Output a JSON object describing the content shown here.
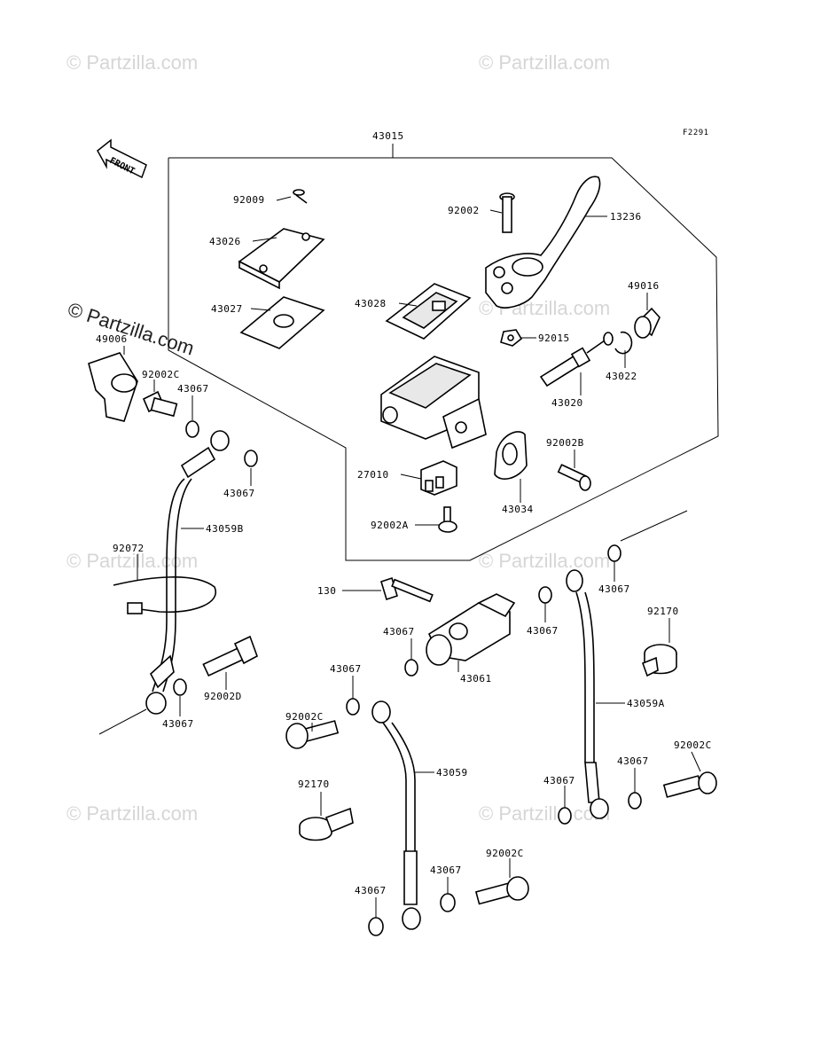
{
  "diagram_id": "F2291",
  "front_label": "FRONT",
  "watermarks": [
    "© Partzilla.com"
  ],
  "parts": {
    "assembly": "43015",
    "screw_cap": "92009",
    "cap": "43026",
    "diaphragm": "43027",
    "plate": "43028",
    "pivot_bolt": "92002",
    "lever": "13236",
    "boot": "49016",
    "nut": "92015",
    "circlip": "43022",
    "piston_kit": "43020",
    "bolt_b": "92002B",
    "switch": "27010",
    "holder": "43034",
    "screw_a": "92002A",
    "reservoir_cap": "49006",
    "banjo_bolt_c": "92002C",
    "washer": "43067",
    "hose_b": "43059B",
    "clamp": "92072",
    "bolt_d": "92002D",
    "bolt_130": "130",
    "caliper_fitting": "43061",
    "fitting_92170": "92170",
    "hose_a": "43059A",
    "hose": "43059"
  }
}
